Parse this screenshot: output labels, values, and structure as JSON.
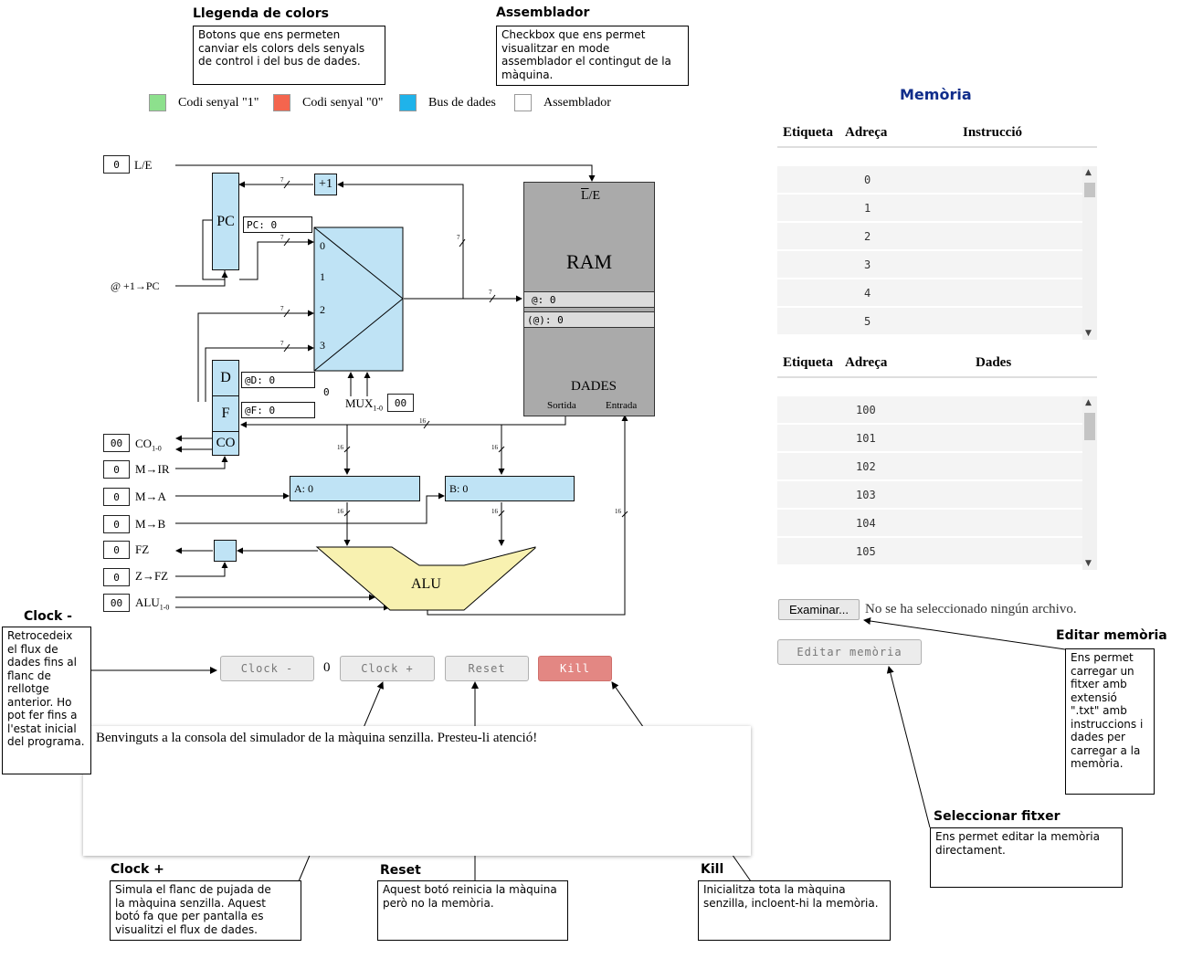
{
  "annotations": {
    "legend_colors": {
      "title": "Llegenda de colors",
      "text": "Botons que ens permeten\ncanviar els colors dels senyals\nde control i del bus de dades."
    },
    "assembler": {
      "title": "Assemblador",
      "text": "Checkbox que ens permet\nvisualitzar en mode\nassemblador el contingut de la\nmàquina."
    },
    "clock_minus": {
      "title": "Clock -",
      "text": "Retrocedeix\nel flux de\ndades fins al\nflanc de\nrellotge\nanterior. Ho\npot fer fins a\nl'estat inicial\ndel programa."
    },
    "clock_plus": {
      "title": "Clock +",
      "text": "Simula el flanc de pujada de\nla màquina senzilla. Aquest\nbotó fa que per pantalla es\nvisualitzi el flux de dades."
    },
    "reset": {
      "title": "Reset",
      "text": "Aquest botó reinicia la màquina\nperò no la memòria."
    },
    "kill": {
      "title": "Kill",
      "text": " Inicialitza tota la màquina\nsenzilla, incloent-hi la memòria."
    },
    "edit_memory": {
      "title": "Editar memòria",
      "text": "Ens permet\ncarregar un\nfitxer amb\nextensió\n\".txt\" amb\ninstruccions i\ndades per\ncarregar a la\nmemòria."
    },
    "select_file": {
      "title": "Seleccionar fitxer",
      "text": "Ens permet editar la memòria\ndirectament."
    }
  },
  "legend": {
    "items": [
      {
        "label": "Codi senyal \"1\"",
        "color": "#8de08d"
      },
      {
        "label": "Codi senyal \"0\"",
        "color": "#f4654e"
      },
      {
        "label": "Bus de dades",
        "color": "#1fb3ea"
      },
      {
        "label": "Assemblador",
        "color": "#ffffff"
      }
    ]
  },
  "diagram": {
    "control_le": {
      "value": "0",
      "label": "L/E"
    },
    "pc_label": "PC",
    "pc_field": "PC: 0",
    "inc_label": "+1",
    "pc_control_label": "@ +1→PC",
    "mux_inputs": [
      "0",
      "1",
      "2",
      "3"
    ],
    "mux_label": "MUX",
    "mux_sub": "1-0",
    "mux_value": "00",
    "mux_selected": "0",
    "d_label": "D",
    "d_field": "@D: 0",
    "f_label": "F",
    "f_field": "@F: 0",
    "co_label": "CO",
    "ram": {
      "le": "L/E",
      "title": "RAM",
      "addr": "@: 0",
      "content": "(@): 0",
      "dades": "DADES",
      "out": "Sortida",
      "in": "Entrada"
    },
    "reg_a": "A: 0",
    "reg_b": "B: 0",
    "alu_label": "ALU",
    "bus_width_7": "7",
    "bus_width_16": "16",
    "controls": [
      {
        "value": "00",
        "label": "CO",
        "sub": "1-0"
      },
      {
        "value": "0",
        "label": "M→IR",
        "sub": ""
      },
      {
        "value": "0",
        "label": "M→A",
        "sub": ""
      },
      {
        "value": "0",
        "label": "M→B",
        "sub": ""
      },
      {
        "value": "0",
        "label": "FZ",
        "sub": ""
      },
      {
        "value": "0",
        "label": "Z→FZ",
        "sub": ""
      },
      {
        "value": "00",
        "label": "ALU",
        "sub": "1-0"
      }
    ]
  },
  "buttons": {
    "clock_minus": "Clock -",
    "clock_count": "0",
    "clock_plus": "Clock +",
    "reset": "Reset",
    "kill": "Kill"
  },
  "console": {
    "text": "Benvinguts a la consola del simulador de la màquina senzilla. Presteu-li atenció!"
  },
  "memory": {
    "title": "Memòria",
    "instr_headers": {
      "label": "Etiqueta",
      "address": "Adreça",
      "value": "Instrucció"
    },
    "instr_rows": [
      {
        "address": "0"
      },
      {
        "address": "1"
      },
      {
        "address": "2"
      },
      {
        "address": "3"
      },
      {
        "address": "4"
      },
      {
        "address": "5"
      }
    ],
    "data_headers": {
      "label": "Etiqueta",
      "address": "Adreça",
      "value": "Dades"
    },
    "data_rows": [
      {
        "address": "100"
      },
      {
        "address": "101"
      },
      {
        "address": "102"
      },
      {
        "address": "103"
      },
      {
        "address": "104"
      },
      {
        "address": "105"
      }
    ],
    "browse_button": "Examinar...",
    "no_file": "No se ha seleccionado ningún archivo.",
    "edit_button": "Editar memòria"
  }
}
